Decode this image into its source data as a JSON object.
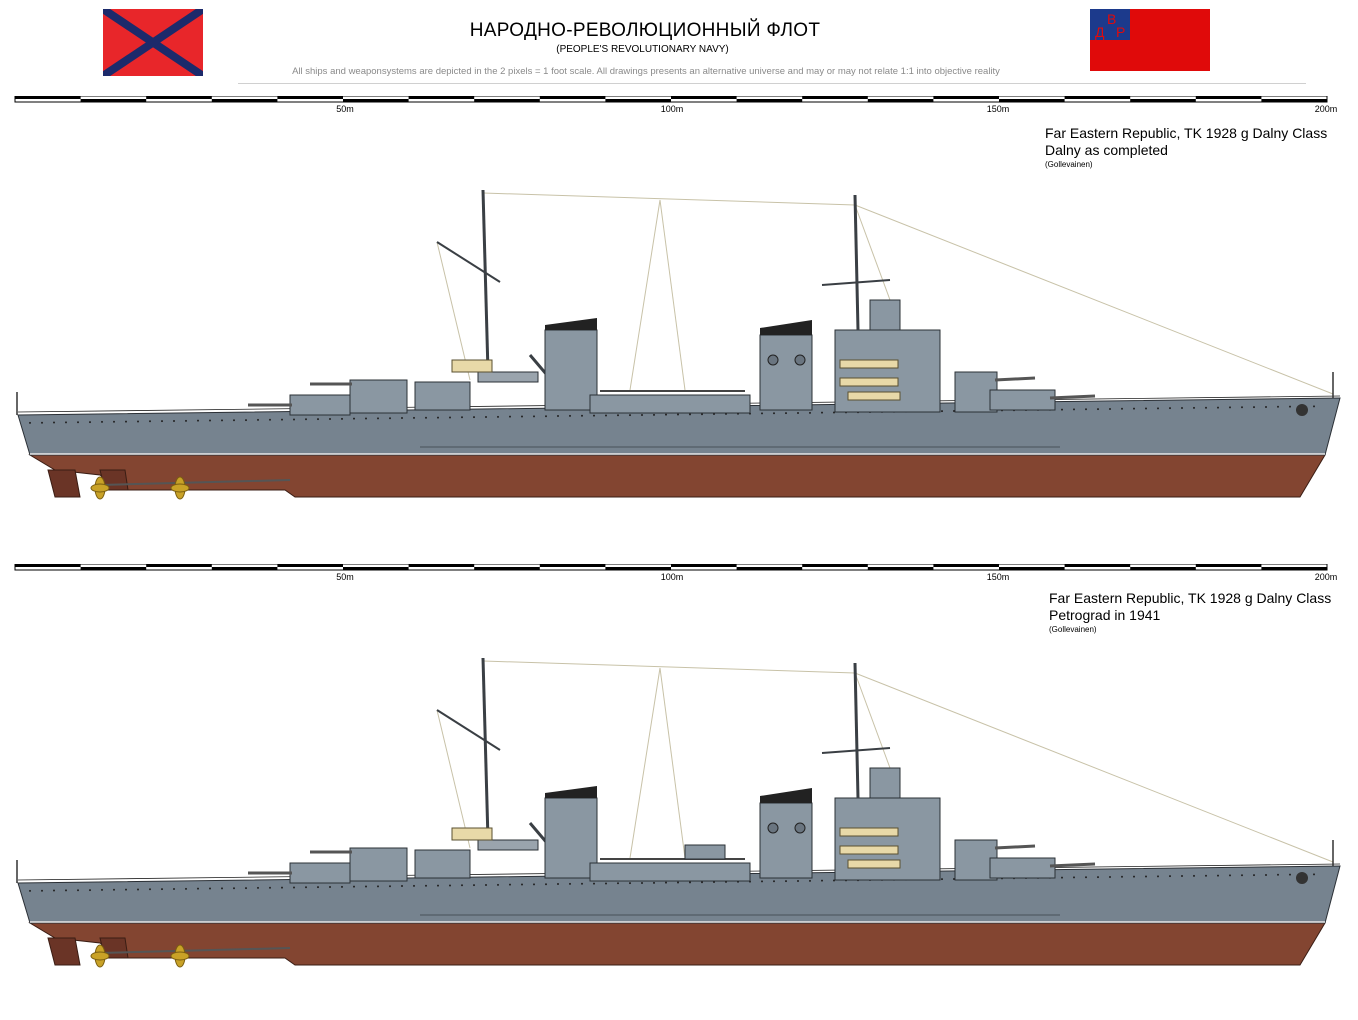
{
  "header": {
    "title": "НАРОДНО-РЕВОЛЮЦИОННЫЙ ФЛОТ",
    "subtitle": "(PEOPLE'S REVOLUTIONARY NAVY)",
    "disclaimer": "All ships and weaponsystems are depicted in the 2 pixels = 1 foot scale. All drawings presents an alternative universe and may or may not relate 1:1 into objective reality"
  },
  "flags": {
    "left": {
      "field_color": "#e8262a",
      "cross_color": "#1c2a6b"
    },
    "right": {
      "field_color": "#e00a0a",
      "canton_color": "#1c3a8c",
      "letters": [
        "Д",
        "В",
        "Р"
      ]
    }
  },
  "scale": {
    "labels": [
      "50m",
      "100m",
      "150m",
      "200m"
    ]
  },
  "ships": [
    {
      "title": "Far Eastern Republic, TK 1928 g Dalny Class",
      "subtitle": "Dalny as completed",
      "credit": "(Gollevainen)"
    },
    {
      "title": "Far Eastern Republic, TK 1928 g Dalny Class",
      "subtitle": "Petrograd in 1941",
      "credit": "(Gollevainen)"
    }
  ],
  "colors": {
    "hull_grey": "#76838f",
    "deck_grey": "#8a97a2",
    "lower_hull": "#834531",
    "funnel_cap": "#222222",
    "propeller": "#c9a227"
  }
}
